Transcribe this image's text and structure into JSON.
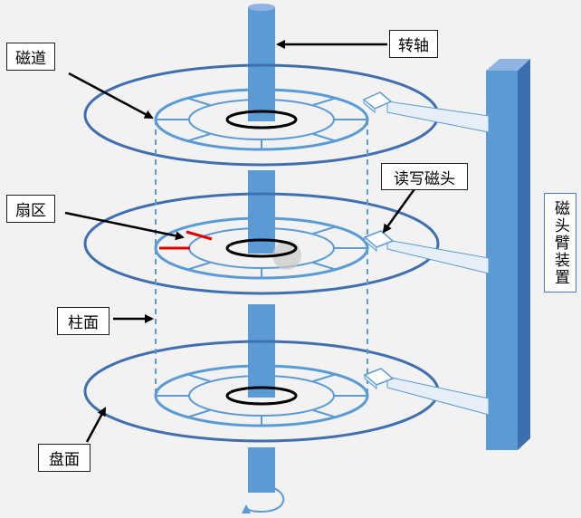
{
  "labels": {
    "track": "磁道",
    "spindle": "转轴",
    "read_write_head": "读写磁头",
    "sector": "扇区",
    "cylinder": "柱面",
    "platter_surface": "盘面",
    "head_arm": "磁头臂装置"
  },
  "colors": {
    "background": "#f2f2f2",
    "platter_stroke": "#3f6fb0",
    "inner_ring_stroke": "#5b9bd5",
    "spindle": "#5b9bd5",
    "arm_column": "#5b9bd5",
    "sector_highlight": "#e00000",
    "track_ring": "#000000",
    "cylinder_dashed": "#5b9bd5"
  }
}
